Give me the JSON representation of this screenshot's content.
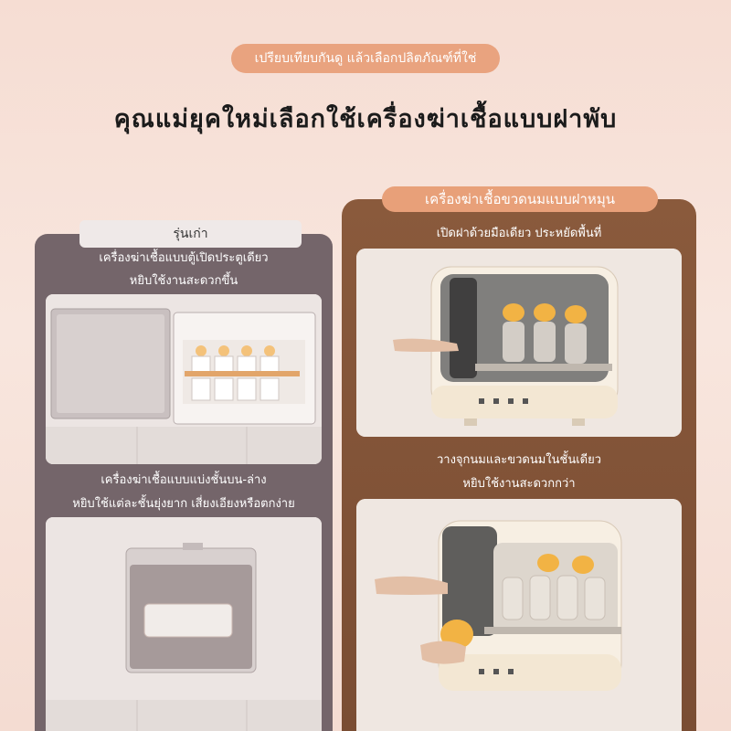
{
  "top_pill": "เปรียบเทียบกันดู แล้วเลือกปลิตภัณฑ์ที่ใช่",
  "headline": "คุณแม่ยุคใหม่เลือกใช้เครื่องฆ่าเชื้อแบบฝาพับ",
  "left": {
    "label": "รุ่นเก่า",
    "line1": "เครื่องฆ่าเชื้อแบบตู้เปิดประตูเดียว",
    "line2": "หยิบใช้งานสะดวกขึ้น",
    "line3": "เครื่องฆ่าเชื้อแบบแบ่งชั้นบน-ล่าง",
    "line4": "หยิบใช้แต่ละชั้นยุ่งยาก เสี่ยงเอียงหรือตกง่าย"
  },
  "right": {
    "label": "เครื่องฆ่าเชื้อขวดนมแบบฝาหมุน",
    "line1": "เปิดฝาด้วยมือเดียว ประหยัดพื้นที่",
    "line2": "วางจุกนมและขวดนมในชั้นเดียว",
    "line3": "หยิบใช้งานสะดวกกว่า"
  },
  "colors": {
    "left_panel": "#74656a",
    "right_panel": "#7a4d33",
    "accent": "#e8a079"
  }
}
